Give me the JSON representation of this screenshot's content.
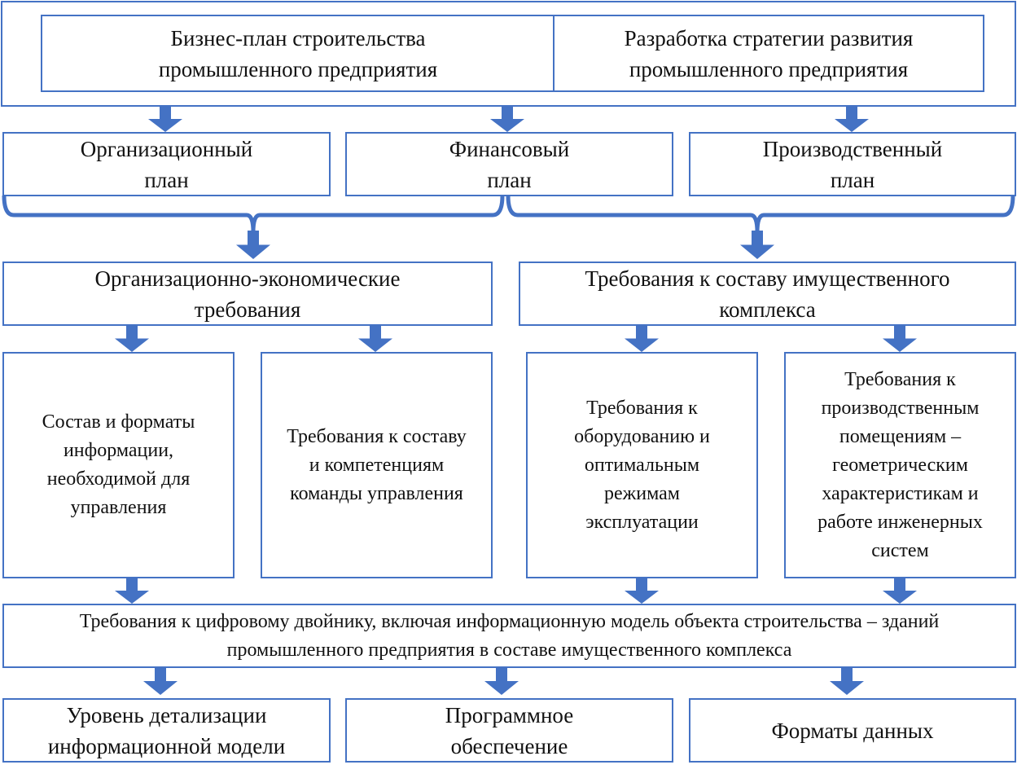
{
  "colors": {
    "border": "#4472C4",
    "arrow": "#4472C4"
  },
  "top": {
    "business_plan": "Бизнес-план строительства промышленного предприятия",
    "strategy": "Разработка стратегии развития промышленного предприятия"
  },
  "plans": [
    "Организационный план",
    "Финансовый план",
    "Производственный план"
  ],
  "requirements": [
    "Организационно-экономические требования",
    "Требования к составу имущественного комплекса"
  ],
  "details": [
    "Состав и форматы информации, необходимой для управления",
    "Требования к составу и компетенциям команды управления",
    "Требования к оборудованию и оптимальным режимам эксплуатации",
    "Требования к производственным помещениям – геометрическим характеристикам и работе инженерных систем"
  ],
  "digital_twin": "Требования к цифровому двойнику, включая информационную модель объекта строительства – зданий промышленного предприятия в составе имущественного комплекса",
  "outputs": [
    "Уровень детализации информационной модели",
    "Программное обеспечение",
    "Форматы данных"
  ]
}
